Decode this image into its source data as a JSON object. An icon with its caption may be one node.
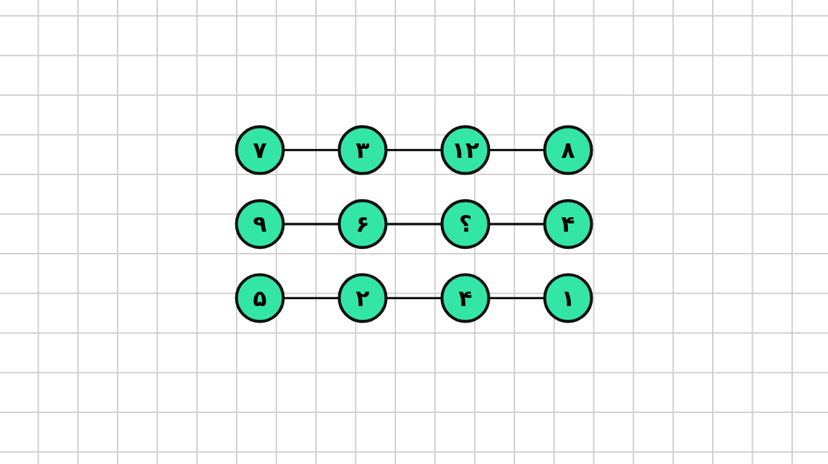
{
  "diagram": {
    "nodes": [
      {
        "text": [
          "۷"
        ]
      },
      {
        "text": [
          "۳"
        ]
      },
      {
        "text": [
          "۱۲"
        ]
      },
      {
        "text": [
          "۸"
        ]
      },
      {
        "text": [
          "۹"
        ]
      },
      {
        "text": [
          "۶"
        ]
      },
      {
        "text": [
          "؟"
        ]
      },
      {
        "text": [
          "۴"
        ]
      },
      {
        "text": [
          "۵"
        ]
      },
      {
        "text": [
          "۲"
        ]
      },
      {
        "text": [
          "۴"
        ]
      },
      {
        "text": [
          "۱"
        ]
      }
    ],
    "edges": [
      {
        "from": 0,
        "to": 1,
        "arrow": "none"
      },
      {
        "from": 1,
        "to": 2,
        "arrow": "none"
      },
      {
        "from": 2,
        "to": 3,
        "arrow": "none"
      },
      {
        "from": 4,
        "to": 5,
        "arrow": "none"
      },
      {
        "from": 5,
        "to": 6,
        "arrow": "none"
      },
      {
        "from": 6,
        "to": 7,
        "arrow": "none"
      },
      {
        "from": 8,
        "to": 9,
        "arrow": "none"
      },
      {
        "from": 9,
        "to": 10,
        "arrow": "none"
      },
      {
        "from": 10,
        "to": 11,
        "arrow": "none"
      }
    ]
  }
}
